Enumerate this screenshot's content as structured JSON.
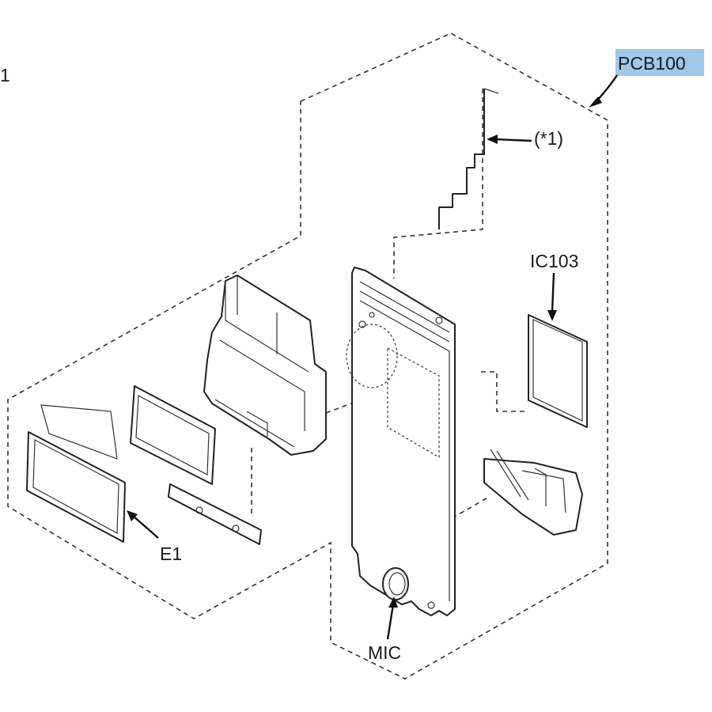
{
  "labels": {
    "corner": "1",
    "pcb": "PCB100",
    "note": "(*1)",
    "ic": "IC103",
    "e1": "E1",
    "mic": "MIC"
  },
  "colors": {
    "highlight": "#9fc7e8",
    "line": "#222222"
  }
}
